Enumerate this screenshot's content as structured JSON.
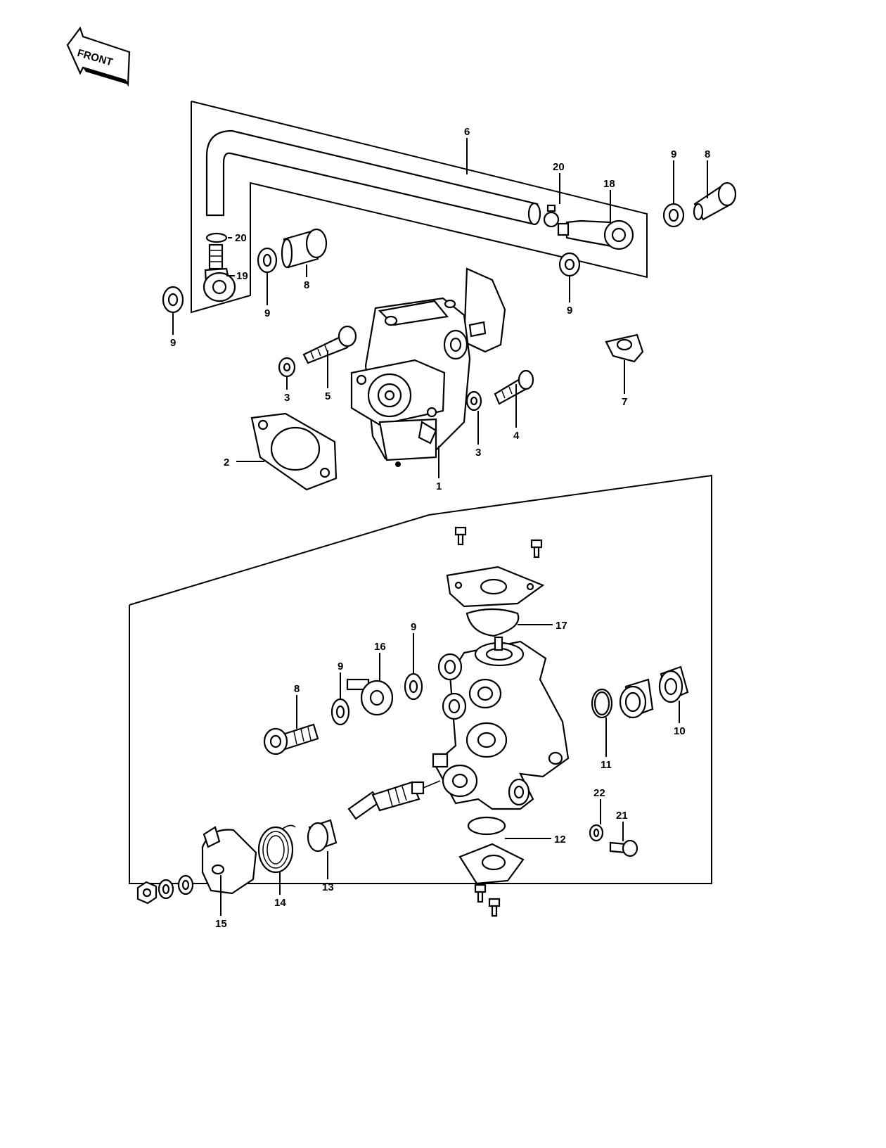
{
  "front_arrow": {
    "text": "FRONT"
  },
  "upper_labels": [
    {
      "id": "u6",
      "text": "6"
    },
    {
      "id": "u20a",
      "text": "20"
    },
    {
      "id": "u18",
      "text": "18"
    },
    {
      "id": "u9a",
      "text": "9"
    },
    {
      "id": "u8a",
      "text": "8"
    },
    {
      "id": "u20b",
      "text": "20"
    },
    {
      "id": "u19",
      "text": "19"
    },
    {
      "id": "u8b",
      "text": "8"
    },
    {
      "id": "u9b",
      "text": "9"
    },
    {
      "id": "u9c",
      "text": "9"
    },
    {
      "id": "u9d",
      "text": "9"
    },
    {
      "id": "u3a",
      "text": "3"
    },
    {
      "id": "u5",
      "text": "5"
    },
    {
      "id": "u4",
      "text": "4"
    },
    {
      "id": "u3b",
      "text": "3"
    },
    {
      "id": "u7",
      "text": "7"
    },
    {
      "id": "u2",
      "text": "2"
    },
    {
      "id": "u1",
      "text": "1"
    }
  ],
  "lower_labels": [
    {
      "id": "l17",
      "text": "17"
    },
    {
      "id": "l16",
      "text": "16"
    },
    {
      "id": "l9a",
      "text": "9"
    },
    {
      "id": "l9b",
      "text": "9"
    },
    {
      "id": "l8",
      "text": "8"
    },
    {
      "id": "l11",
      "text": "11"
    },
    {
      "id": "l10",
      "text": "10"
    },
    {
      "id": "l12",
      "text": "12"
    },
    {
      "id": "l22",
      "text": "22"
    },
    {
      "id": "l21",
      "text": "21"
    },
    {
      "id": "l13",
      "text": "13"
    },
    {
      "id": "l14",
      "text": "14"
    },
    {
      "id": "l15",
      "text": "15"
    }
  ]
}
